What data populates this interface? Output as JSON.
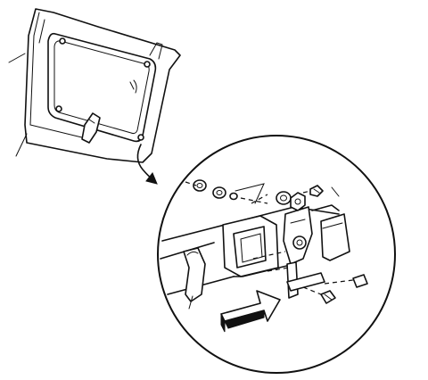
{
  "figure": {
    "type": "exploded-view illustration",
    "text_labels": [],
    "colors": {
      "line": "#111111",
      "background": "#ffffff"
    },
    "parts": [
      {
        "name": "van-side-window"
      },
      {
        "name": "callout-arrow"
      },
      {
        "name": "detail-circle"
      },
      {
        "name": "latch-assembly"
      },
      {
        "name": "washer"
      },
      {
        "name": "nut"
      },
      {
        "name": "screw"
      },
      {
        "name": "bracket"
      },
      {
        "name": "clip"
      },
      {
        "name": "direction-arrow"
      }
    ]
  }
}
